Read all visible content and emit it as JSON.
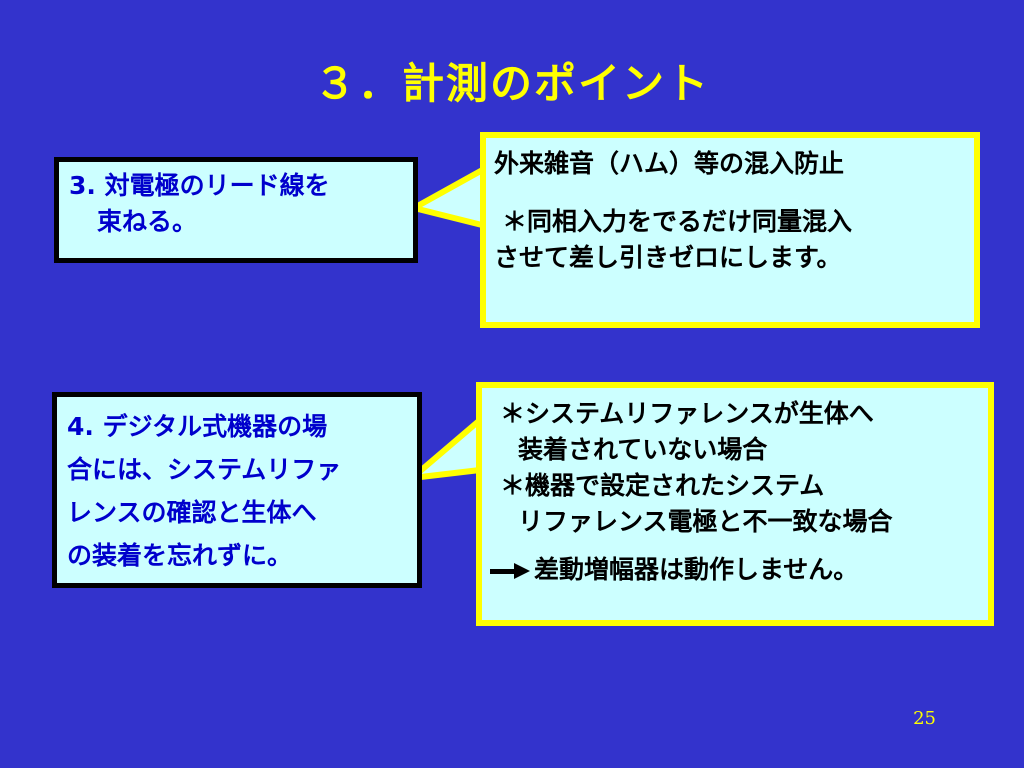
{
  "title": "３．計測のポイント",
  "left_box_1": {
    "lines": [
      "3. 対電極のリード線を",
      "束ねる。"
    ]
  },
  "callout_1": {
    "lines": [
      "外来雑音（ハム）等の混入防止",
      "＊同相入力をでるだけ同量混入",
      "させて差し引きゼロにします。"
    ]
  },
  "left_box_2": {
    "lines": [
      "4.  デジタル式機器の場",
      "合には、システムリファ",
      "レンスの確認と生体へ",
      "の装着を忘れずに。"
    ]
  },
  "callout_2": {
    "lines": [
      "＊システムリファレンスが生体へ",
      "装着されていない場合",
      "＊機器で設定されたシステム",
      "リファレンス電極と不一致な場合",
      "差動増幅器は動作しません。"
    ]
  },
  "page_number": "25",
  "colors": {
    "background": "#3333cc",
    "title": "#ffff00",
    "box_fill": "#ccffff",
    "callout_border": "#ffff00",
    "left_text": "#0000cc"
  },
  "icons": {
    "result_arrow": "arrow-right-icon"
  }
}
